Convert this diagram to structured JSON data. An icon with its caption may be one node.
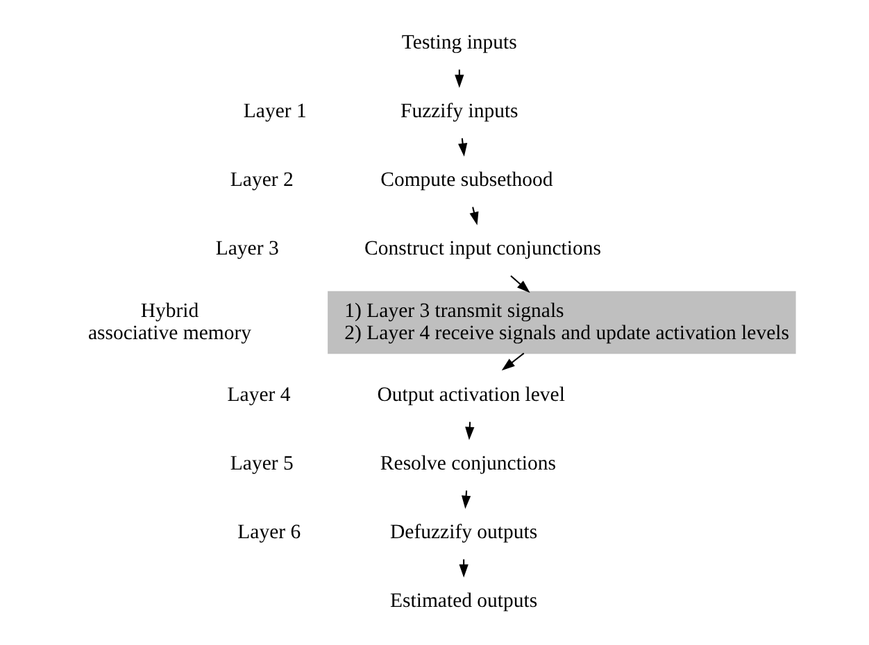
{
  "diagram": {
    "nodes": [
      {
        "text": [
          "Testing inputs"
        ]
      },
      {
        "text": [
          "Fuzzify inputs"
        ]
      },
      {
        "text": [
          "Compute subsethood"
        ]
      },
      {
        "text": [
          "Construct input conjunctions"
        ]
      },
      {
        "text": [
          "1) Layer 3 transmit signals",
          "2) Layer 4 receive signals and update activation levels"
        ]
      },
      {
        "text": [
          "Output activation level"
        ]
      },
      {
        "text": [
          "Resolve conjunctions"
        ]
      },
      {
        "text": [
          "Defuzzify outputs"
        ]
      },
      {
        "text": [
          "Estimated outputs"
        ]
      }
    ],
    "edges": [
      {
        "from": 0,
        "to": 1,
        "arrow": "to"
      },
      {
        "from": 1,
        "to": 2,
        "arrow": "to"
      },
      {
        "from": 2,
        "to": 3,
        "arrow": "to"
      },
      {
        "from": 3,
        "to": 4,
        "arrow": "to"
      },
      {
        "from": 4,
        "to": 5,
        "arrow": "to"
      },
      {
        "from": 5,
        "to": 6,
        "arrow": "to"
      },
      {
        "from": 6,
        "to": 7,
        "arrow": "to"
      },
      {
        "from": 7,
        "to": 8,
        "arrow": "to"
      }
    ],
    "labels": [
      "Layer 1",
      "Layer 2",
      "Layer 3",
      "Hybrid associative memory",
      "Layer 4",
      "Layer 5",
      "Layer 6"
    ]
  }
}
